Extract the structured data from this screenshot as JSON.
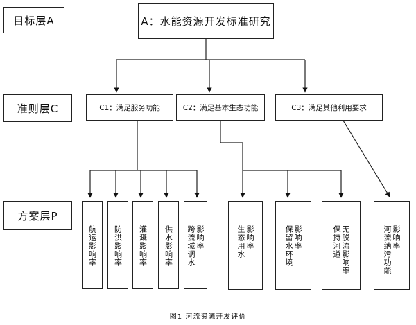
{
  "layers": {
    "goal": "目标层A",
    "criteria": "准则层C",
    "scheme": "方案层P"
  },
  "goal": "A：水能资源开发标准研究",
  "criteria": [
    "C1：满足服务功能",
    "C2：满足基本生态功能",
    "C3：满足其他利用要求"
  ],
  "schemes": [
    "航运影响率",
    "防洪影响率",
    "灌溉影响率",
    "供水影响率",
    "影响率\n跨流域调水",
    "影响率\n生态用水",
    "影响率\n保留水环境",
    "无脱流影响率\n保持河道",
    "影响率\n河流纳污功能"
  ],
  "caption": "图1 河流资源开发评价"
}
